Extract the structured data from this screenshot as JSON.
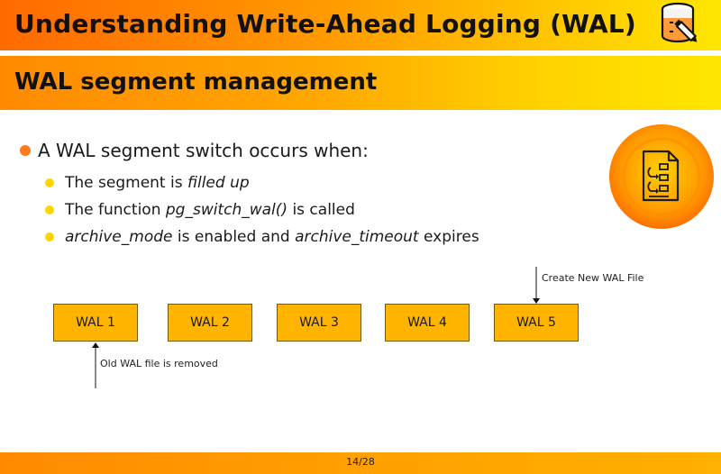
{
  "slide": {
    "title": "Understanding Write-Ahead Logging (WAL)",
    "subtitle": "WAL segment management",
    "page_number": "14/28"
  },
  "icons": {
    "header_icon": "database-pencil-icon",
    "content_icon": "document-flow-icon"
  },
  "colors": {
    "accent_orange": "#ff7a1a",
    "accent_yellow": "#ffd400",
    "wal_box_fill": "#ffb400"
  },
  "bullets": {
    "main": "A WAL segment switch occurs when:",
    "sub": [
      {
        "pre": "The segment is ",
        "em": "filled up",
        "post": ""
      },
      {
        "pre": "The function ",
        "em": "pg_switch_wal()",
        "post": " is called"
      },
      {
        "pre": "",
        "em": "archive_mode",
        "post": " is enabled and ",
        "em2": "archive_timeout",
        "post2": " expires"
      }
    ]
  },
  "wal_files": [
    "WAL 1",
    "WAL 2",
    "WAL 3",
    "WAL 4",
    "WAL 5"
  ],
  "annotations": {
    "create": "Create New WAL File",
    "remove": "Old WAL file is removed"
  }
}
